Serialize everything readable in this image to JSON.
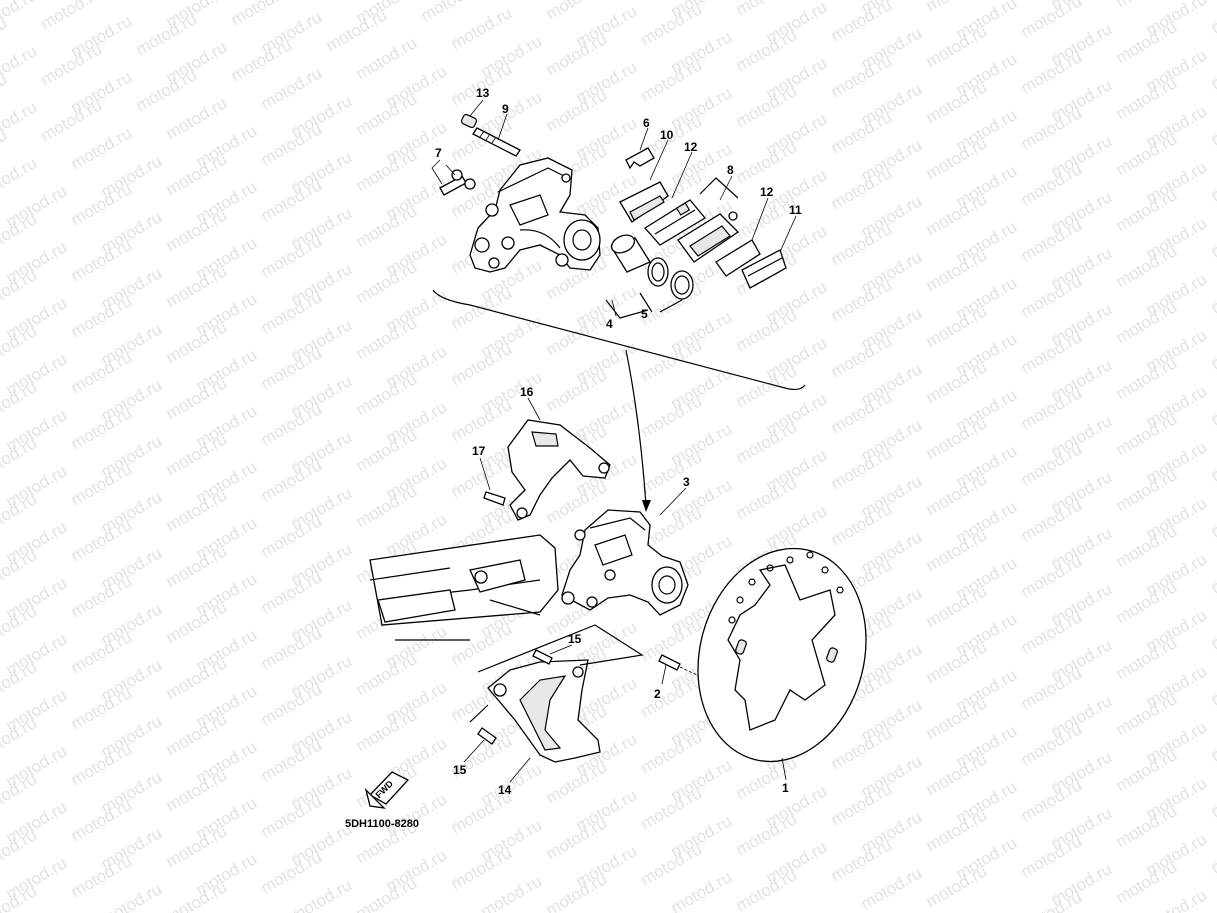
{
  "watermark_text": "motod.ru",
  "diagram_code": "5DH1100-8280",
  "fwd_label": "FWD",
  "callouts": [
    {
      "id": "13",
      "label": "13"
    },
    {
      "id": "9",
      "label": "9"
    },
    {
      "id": "7",
      "label": "7"
    },
    {
      "id": "6",
      "label": "6"
    },
    {
      "id": "10",
      "label": "10"
    },
    {
      "id": "12a",
      "label": "12"
    },
    {
      "id": "8",
      "label": "8"
    },
    {
      "id": "12b",
      "label": "12"
    },
    {
      "id": "11",
      "label": "11"
    },
    {
      "id": "4",
      "label": "4"
    },
    {
      "id": "5",
      "label": "5"
    },
    {
      "id": "16",
      "label": "16"
    },
    {
      "id": "17",
      "label": "17"
    },
    {
      "id": "3",
      "label": "3"
    },
    {
      "id": "15a",
      "label": "15"
    },
    {
      "id": "2",
      "label": "2"
    },
    {
      "id": "15b",
      "label": "15"
    },
    {
      "id": "14",
      "label": "14"
    },
    {
      "id": "1",
      "label": "1"
    }
  ]
}
